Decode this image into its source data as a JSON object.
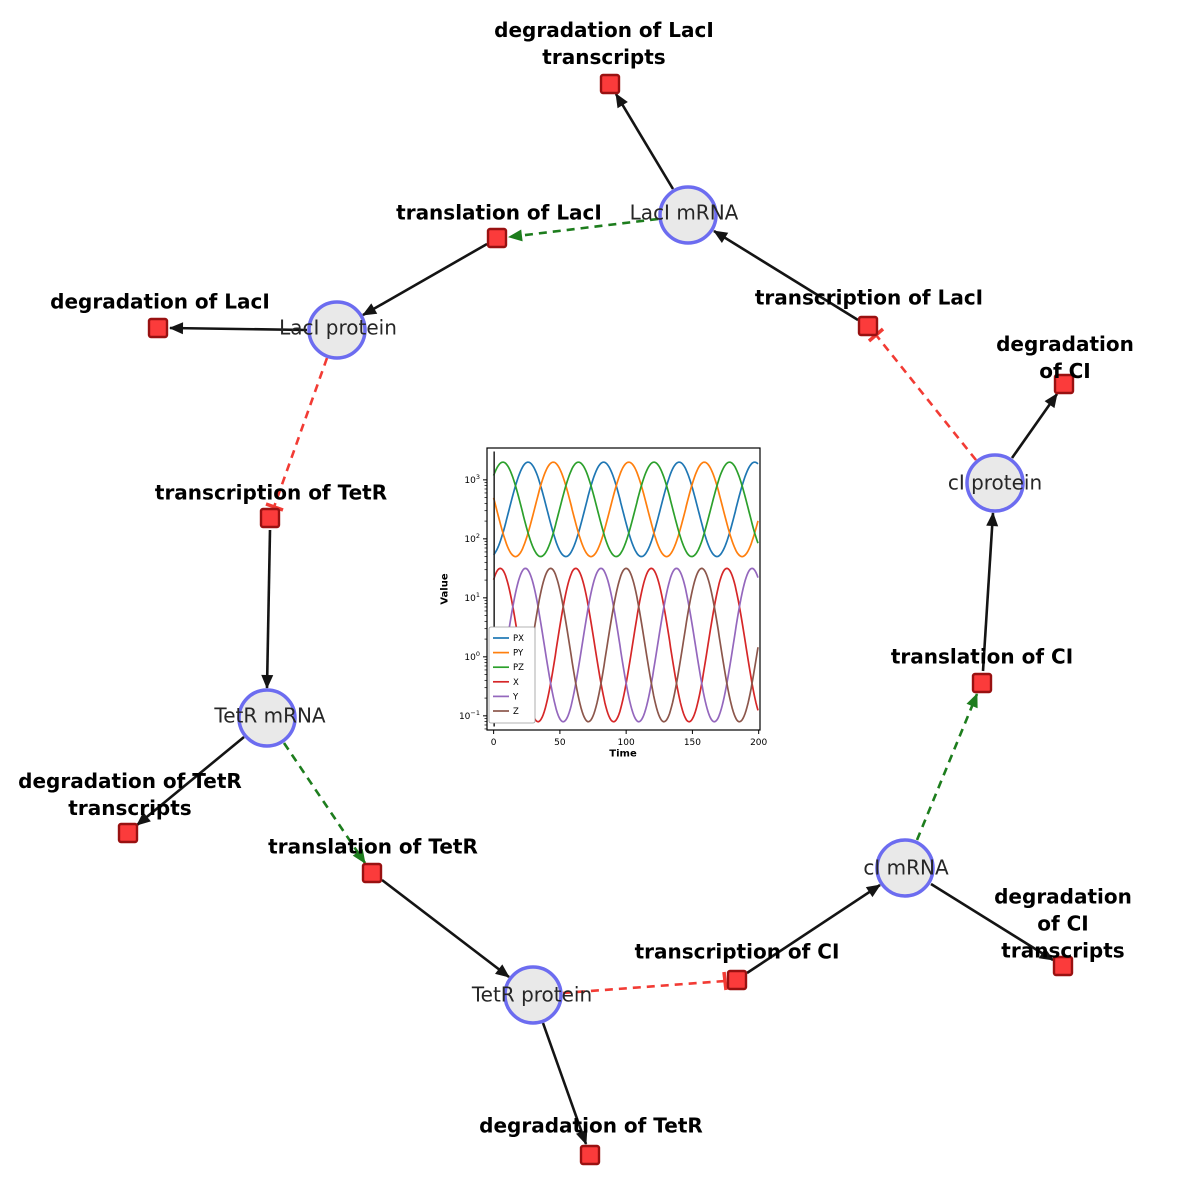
{
  "diagram": {
    "species": [
      {
        "label": "LacI mRNA"
      },
      {
        "label": "LacI protein"
      },
      {
        "label": "cI protein"
      },
      {
        "label": "TetR mRNA"
      },
      {
        "label": "cI mRNA"
      },
      {
        "label": "TetR protein"
      }
    ],
    "reactions": [
      {
        "label": "degradation of LacI\ntranscripts"
      },
      {
        "label": "translation of LacI"
      },
      {
        "label": "degradation of LacI"
      },
      {
        "label": "transcription of LacI"
      },
      {
        "label": "degradation of CI"
      },
      {
        "label": "transcription of TetR"
      },
      {
        "label": "degradation of TetR\ntranscripts"
      },
      {
        "label": "translation of TetR"
      },
      {
        "label": "degradation of TetR"
      },
      {
        "label": "transcription of CI"
      },
      {
        "label": "degradation of CI\ntranscripts"
      },
      {
        "label": "translation of CI"
      }
    ],
    "colors": {
      "species_fill": "#e9e9e9",
      "species_stroke": "#6c6cf0",
      "reaction_fill": "#fb3b3b",
      "reaction_stroke": "#991111",
      "edge": "#141414",
      "activation": "#1d7d1d",
      "inhibition": "#f23b34"
    }
  },
  "chart_data": {
    "type": "line",
    "title": "",
    "xlabel": "Time",
    "ylabel": "Value",
    "x_range": [
      -5,
      201
    ],
    "x_ticks": [
      0,
      50,
      100,
      150,
      200
    ],
    "y_scale": "log10",
    "y_tick_exponents": [
      -1,
      0,
      1,
      2,
      3
    ],
    "y_log_range": [
      -1.24,
      3.54
    ],
    "grid": false,
    "legend_position": "center-left",
    "oscillation_period": 57,
    "series": [
      {
        "name": "PX",
        "color": "#1f77b4",
        "log10_center": 2.5,
        "log10_amplitude": 0.8,
        "peak_time": 26
      },
      {
        "name": "PY",
        "color": "#ff7f0e",
        "log10_center": 2.5,
        "log10_amplitude": 0.8,
        "peak_time": 45
      },
      {
        "name": "PZ",
        "color": "#2ca02c",
        "log10_center": 2.5,
        "log10_amplitude": 0.8,
        "peak_time": 64
      },
      {
        "name": "X",
        "color": "#d62728",
        "log10_center": 0.2,
        "log10_amplitude": 1.3,
        "peak_time": 5
      },
      {
        "name": "Y",
        "color": "#9467bd",
        "log10_center": 0.2,
        "log10_amplitude": 1.3,
        "peak_time": 24
      },
      {
        "name": "Z",
        "color": "#8c564b",
        "log10_center": 0.2,
        "log10_amplitude": 1.3,
        "peak_time": 43
      }
    ]
  }
}
